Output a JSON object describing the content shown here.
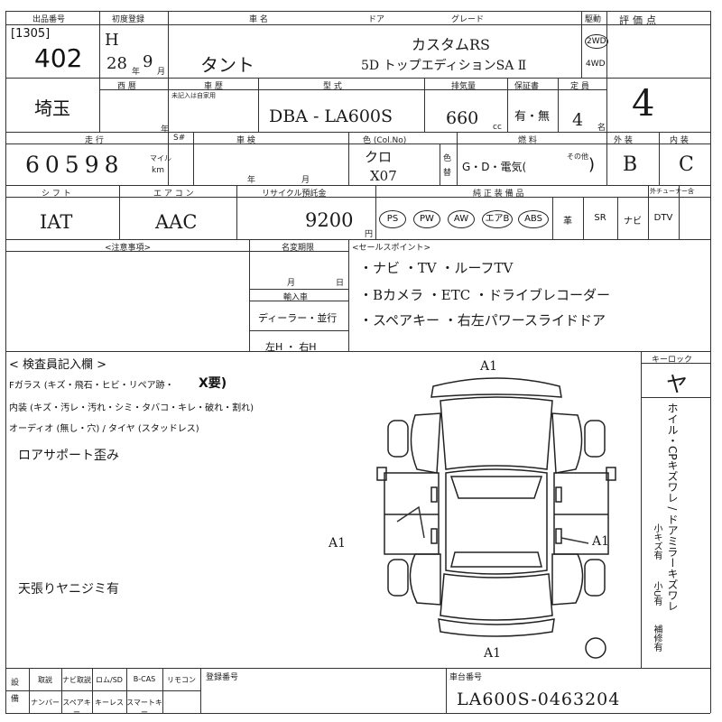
{
  "header": {
    "lot_label": "出品番号",
    "venue_code": "[1305]",
    "lot_number": "402",
    "first_reg_label": "初度登録",
    "first_reg_era": "H",
    "first_reg_year": "28",
    "year_char": "年",
    "first_reg_month": "9",
    "month_char": "月",
    "car_name_label": "車 名",
    "car_name": "タント",
    "door_label": "ドア",
    "grade_label": "グレード",
    "grade_line1": "カスタムRS",
    "grade_line2": "5D トップエディションSA Ⅱ",
    "drive_label": "駆動",
    "drive_2wd": "2WD",
    "drive_4wd": "4WD",
    "score_label": "評価点",
    "score": "4"
  },
  "row2": {
    "region": "埼玉",
    "western_label": "西 暦",
    "inspection_label": "車 歴",
    "inspection_note": "未記入は自家用",
    "year_char": "年",
    "model_label": "型 式",
    "model": "DBA - LA600S",
    "displacement_label": "排気量",
    "displacement": "660",
    "cc": "cc",
    "warranty_label": "保証書",
    "warranty": "有・無",
    "capacity_label": "定 員",
    "capacity": "4",
    "capacity_unit": "名"
  },
  "row3": {
    "mileage_label": "走 行",
    "s_label": "S#",
    "mileage": "60598",
    "mile_unit": "マイル",
    "km_unit": "km",
    "shaken_label": "車 検",
    "shaken_year": "年",
    "shaken_month": "月",
    "color_label": "色 (Col.No)",
    "color": "クロ",
    "color_no": "X07",
    "color_change_label": "色替",
    "fuel_label": "燃 料",
    "fuel_options": "G・D・電気(",
    "fuel_close": ")",
    "fuel_other": "その他",
    "exterior_label": "外 装",
    "exterior": "B",
    "interior_label": "内 装",
    "interior": "C"
  },
  "row4": {
    "shift_label": "シ フ ト",
    "shift": "IAT",
    "ac_label": "エ ア コ ン",
    "ac": "AAC",
    "recycle_label": "リサイクル預託金",
    "recycle": "9200",
    "yen": "円",
    "equip_label": "純 正 装 備 品",
    "tuner_label": "外チューナー含",
    "equip": [
      "PS",
      "PW",
      "AW",
      "エアB",
      "ABS",
      "革",
      "SR",
      "ナビ",
      "DTV"
    ]
  },
  "row5": {
    "caution_label": "<注意事項>",
    "meigi_label": "名変期限",
    "month_char": "月",
    "day_char": "日",
    "import_label": "輸入車",
    "dealer": "ディーラー・並行",
    "handle": "左H ・ 右H",
    "sales_label": "<セールスポイント>",
    "sales_line1": "・ナビ ・TV ・ルーフTV",
    "sales_line2": "・Bカメラ ・ETC ・ドライブレコーダー",
    "sales_line3": "・スペアキー ・右左パワースライドドア"
  },
  "inspector": {
    "title": "< 検査員記入欄 >",
    "fglass": "Fガラス (キズ・飛石・ヒビ・リペア跡・",
    "fglass_mark": "X要)",
    "interior_line": "内装 (キズ・汚レ・汚れ・シミ・タバコ・キレ・破れ・割れ)",
    "audio_line": "オーディオ (無し・穴) / タイヤ (スタッドレス)",
    "note1": "ロアサポート歪み",
    "note2": "天張りヤニジミ有"
  },
  "diagram": {
    "mark_front": "A1",
    "mark_left": "A1",
    "mark_right": "A1",
    "mark_rear": "A1"
  },
  "side": {
    "keylock_label": "キーロック",
    "keylock": "ヤ",
    "legend": "ホイル・CPキズワレ / ドアミラーキズワレ",
    "legend2": "小キズ有",
    "legend3": "小U有",
    "legend4": "補修有"
  },
  "footer": {
    "label_col": "設備",
    "items_row1": [
      "取説",
      "ナビ取説",
      "ロム/SD",
      "B-CAS",
      "リモコン"
    ],
    "items_row2": [
      "ナンバー",
      "スペアキー",
      "キーレス",
      "スマートキー"
    ],
    "reg_label": "登録番号",
    "chassis_label": "車台番号",
    "chassis": "LA600S-0463204"
  }
}
